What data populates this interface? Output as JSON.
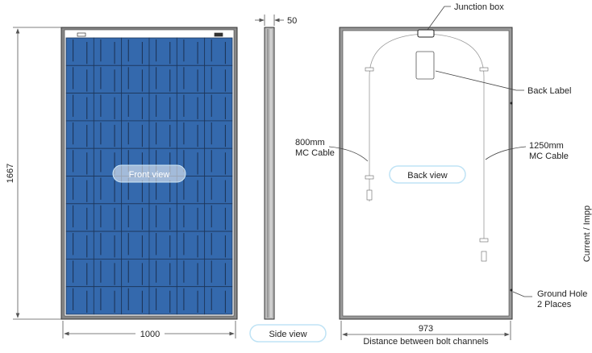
{
  "views": {
    "front": "Front view",
    "side": "Side view",
    "back": "Back view"
  },
  "dimensions": {
    "height": "1667",
    "width": "1000",
    "thickness": "50",
    "bolt_distance": "973",
    "bolt_distance_caption": "Distance between bolt channels"
  },
  "callouts": {
    "junction_box": "Junction box",
    "back_label": "Back Label",
    "cable_left_length": "800mm",
    "cable_left_type": "MC Cable",
    "cable_right_length": "1250mm",
    "cable_right_type": "MC Cable",
    "ground_hole_line1": "Ground Hole",
    "ground_hole_line2": "2 Places"
  },
  "axis_fragment": "Current / Impp",
  "panel": {
    "cell_columns": 6,
    "cell_rows": 10
  },
  "colors": {
    "cell": "#3469ad",
    "cell_line": "#1d3558",
    "frame": "#555555"
  }
}
